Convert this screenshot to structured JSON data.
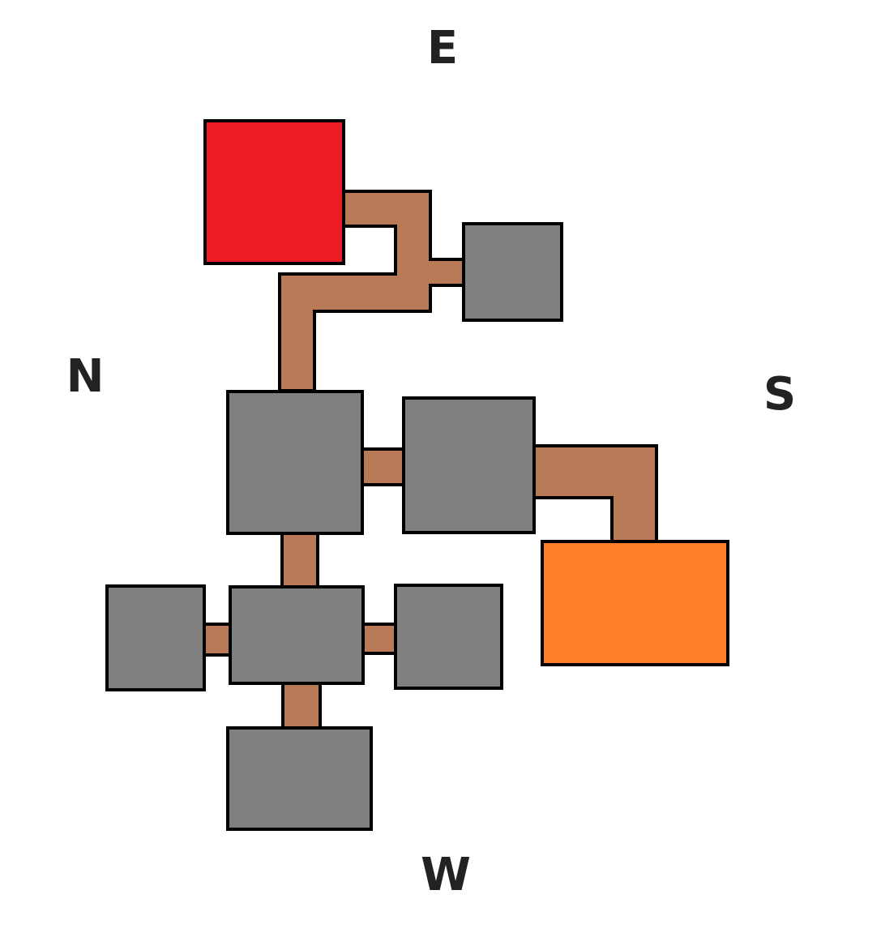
{
  "compass": {
    "north": "N",
    "east": "E",
    "south": "S",
    "west": "W"
  },
  "colors": {
    "background": "#ffffff",
    "room_default": "#808080",
    "room_red": "#ed1c24",
    "room_orange": "#ff7f27",
    "corridor": "#b97a57",
    "outline": "#000000",
    "label": "#222222"
  },
  "rooms": [
    {
      "id": "red",
      "type": "highlight-red"
    },
    {
      "id": "top-right",
      "type": "normal"
    },
    {
      "id": "hub",
      "type": "normal"
    },
    {
      "id": "hub-south",
      "type": "normal"
    },
    {
      "id": "center",
      "type": "normal"
    },
    {
      "id": "west-left",
      "type": "normal"
    },
    {
      "id": "west-right",
      "type": "normal"
    },
    {
      "id": "bottom",
      "type": "normal"
    },
    {
      "id": "orange",
      "type": "highlight-orange"
    }
  ]
}
